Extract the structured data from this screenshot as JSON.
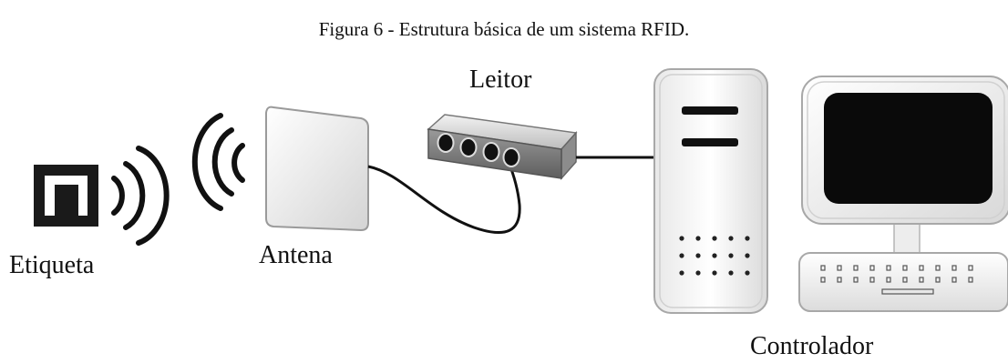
{
  "caption": "Figura 6 - Estrutura básica de um sistema RFID.",
  "labels": {
    "etiqueta": "Etiqueta",
    "antena": "Antena",
    "leitor": "Leitor",
    "controlador": "Controlador"
  },
  "icons": {
    "tag": "rfid-tag-icon",
    "antenna": "antenna-panel-icon",
    "reader": "reader-box-icon",
    "tower": "computer-tower-icon",
    "monitor": "monitor-icon",
    "keyboard": "keyboard-icon"
  }
}
